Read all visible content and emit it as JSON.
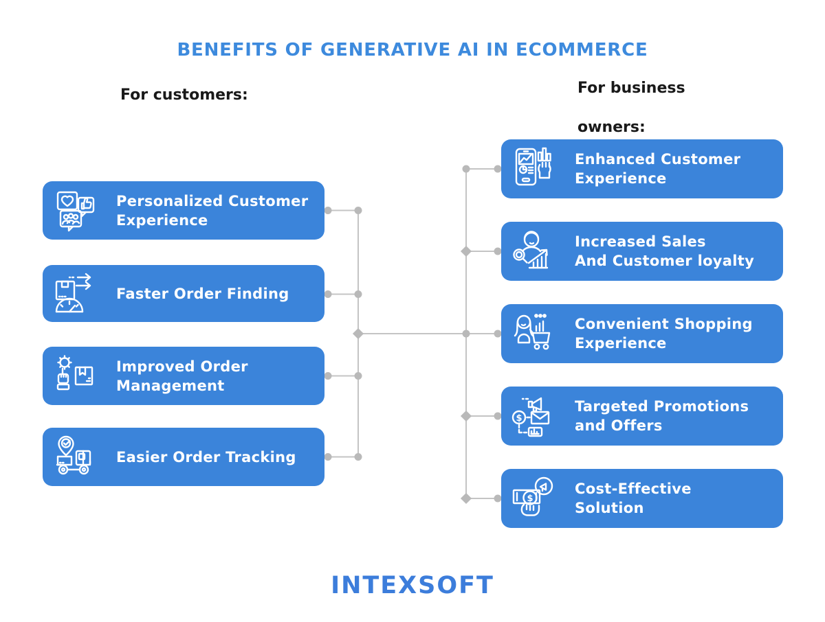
{
  "title": "BENEFITS OF GENERATIVE AI IN ECOMMERCE",
  "left": {
    "heading": "For customers:",
    "items": [
      {
        "icon": "chat-feedback-icon",
        "lines": [
          "Personalized Customer",
          "Experience"
        ]
      },
      {
        "icon": "package-speed-icon",
        "lines": [
          "Faster Order Finding"
        ]
      },
      {
        "icon": "gear-hand-box-icon",
        "lines": [
          "Improved Order",
          "Management"
        ]
      },
      {
        "icon": "delivery-truck-pin-icon",
        "lines": [
          "Easier Order Tracking"
        ]
      }
    ]
  },
  "right": {
    "heading_lines": [
      "For business",
      "owners:"
    ],
    "items": [
      {
        "icon": "phone-analytics-icon",
        "lines": [
          "Enhanced Customer",
          "Experience"
        ]
      },
      {
        "icon": "sales-growth-icon",
        "lines": [
          "Increased Sales",
          "And Customer loyalty"
        ]
      },
      {
        "icon": "shopper-cart-icon",
        "lines": [
          "Convenient Shopping",
          "Experience"
        ]
      },
      {
        "icon": "promotion-megaphone-icon",
        "lines": [
          "Targeted Promotions",
          "and Offers"
        ]
      },
      {
        "icon": "money-saving-icon",
        "lines": [
          "Cost-Effective",
          "Solution"
        ]
      }
    ]
  },
  "footer": {
    "logo_text": "INTEXSOFT"
  },
  "colors": {
    "card_blue": "#3b84da",
    "title_blue": "#3d8add",
    "logo_blue": "#3c7ddb",
    "heading_text": "#191919",
    "connector_gray": "#c4c4c4",
    "node_gray": "#b9b9b9"
  }
}
